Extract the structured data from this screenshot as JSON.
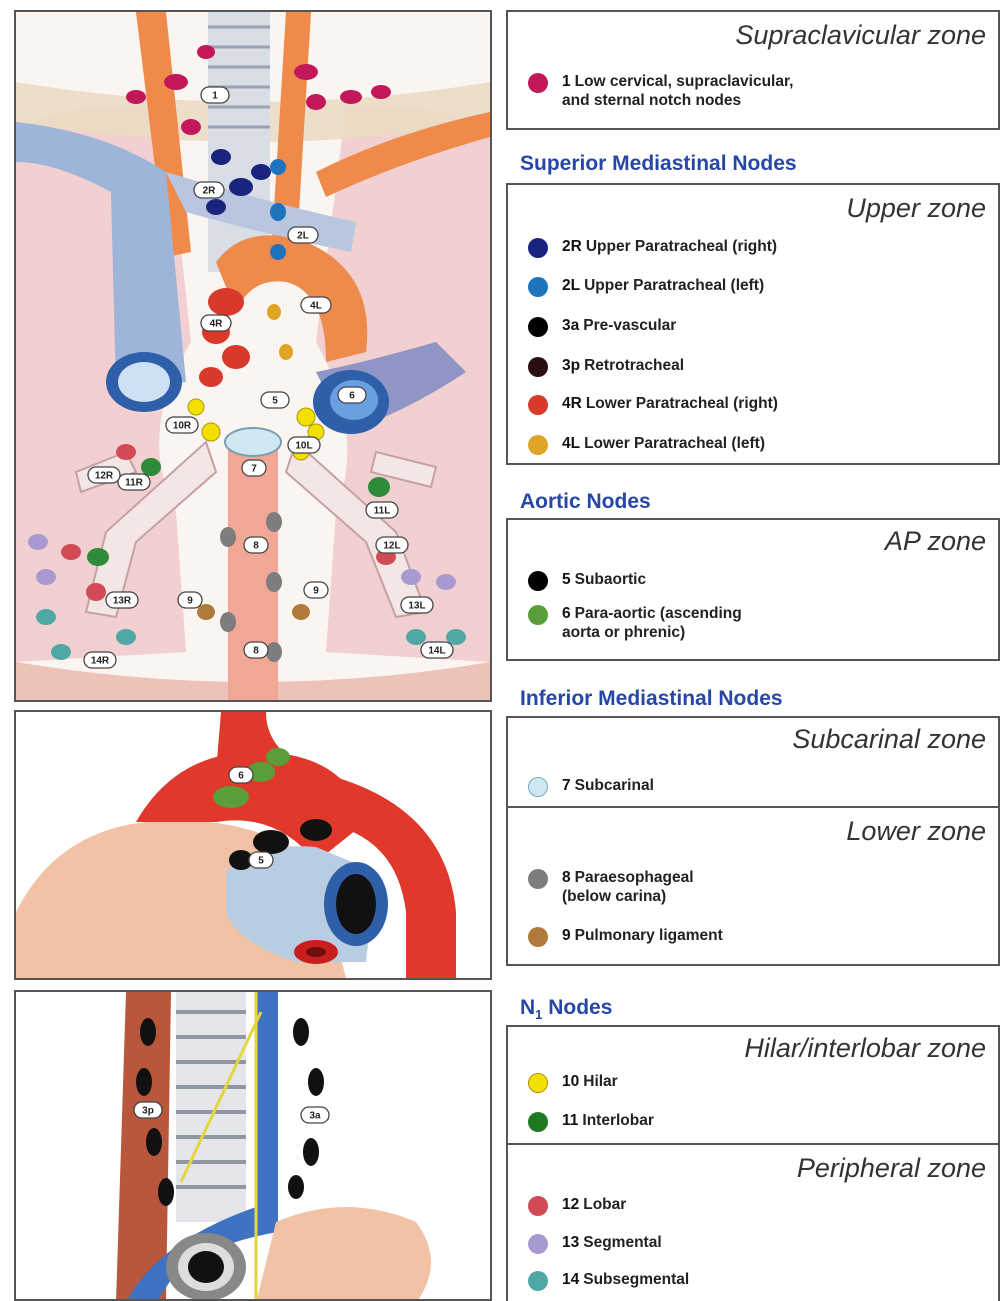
{
  "supraclavicular": {
    "zone": "Supraclavicular zone",
    "items": [
      {
        "num": "1",
        "line1": "Low cervical, supraclavicular,",
        "line2": "and sternal notch nodes",
        "color": "#c2185b"
      }
    ]
  },
  "superior": {
    "title": "Superior Mediastinal Nodes",
    "zone": "Upper zone",
    "items": [
      {
        "num": "2R",
        "line1": "Upper Paratracheal (right)",
        "color": "#1a237e"
      },
      {
        "num": "2L",
        "line1": "Upper Paratracheal (left)",
        "color": "#1e73be"
      },
      {
        "num": "3a",
        "line1": "Pre-vascular",
        "color": "#000000"
      },
      {
        "num": "3p",
        "line1": "Retrotracheal",
        "color": "#2a0f12"
      },
      {
        "num": "4R",
        "line1": "Lower Paratracheal (right)",
        "color": "#d8392b"
      },
      {
        "num": "4L",
        "line1": "Lower Paratracheal (left)",
        "color": "#e0a526"
      }
    ]
  },
  "aortic": {
    "title": "Aortic Nodes",
    "zone": "AP zone",
    "items": [
      {
        "num": "5",
        "line1": "Subaortic",
        "color": "#000000"
      },
      {
        "num": "6",
        "line1": "Para-aortic (ascending",
        "line2": "aorta or phrenic)",
        "color": "#5a9e3a"
      }
    ]
  },
  "inferior": {
    "title": "Inferior Mediastinal Nodes",
    "zone_sub": "Subcarinal zone",
    "items_sub": [
      {
        "num": "7",
        "line1": "Subcarinal",
        "color": "#cfe8f2"
      }
    ],
    "zone_lower": "Lower zone",
    "items_lower": [
      {
        "num": "8",
        "line1": "Paraesophageal",
        "line2": "(below carina)",
        "color": "#7d7d7d"
      },
      {
        "num": "9",
        "line1": "Pulmonary ligament",
        "color": "#b07a3a"
      }
    ]
  },
  "n1": {
    "title_main": "N",
    "title_sub": "1",
    "title_rest": " Nodes",
    "zone_hilar": "Hilar/interlobar zone",
    "items_hilar": [
      {
        "num": "10",
        "line1": "Hilar",
        "color": "#f2e000"
      },
      {
        "num": "11",
        "line1": "Interlobar",
        "color": "#1f7a1f"
      }
    ],
    "zone_peripheral": "Peripheral zone",
    "items_peripheral": [
      {
        "num": "12",
        "line1": "Lobar",
        "color": "#d24a55"
      },
      {
        "num": "13",
        "line1": "Segmental",
        "color": "#a89ad0"
      },
      {
        "num": "14",
        "line1": "Subsegmental",
        "color": "#4fa8a4"
      }
    ]
  },
  "illustration_tags": {
    "main": [
      "1",
      "2R",
      "2L",
      "4R",
      "4L",
      "5",
      "6",
      "10R",
      "10L",
      "11R",
      "11L",
      "12R",
      "12L",
      "13R",
      "13L",
      "14R",
      "14L",
      "7",
      "8",
      "8",
      "9",
      "9"
    ],
    "aortic": [
      "6",
      "5"
    ],
    "lateral": [
      "3p",
      "3a"
    ]
  }
}
